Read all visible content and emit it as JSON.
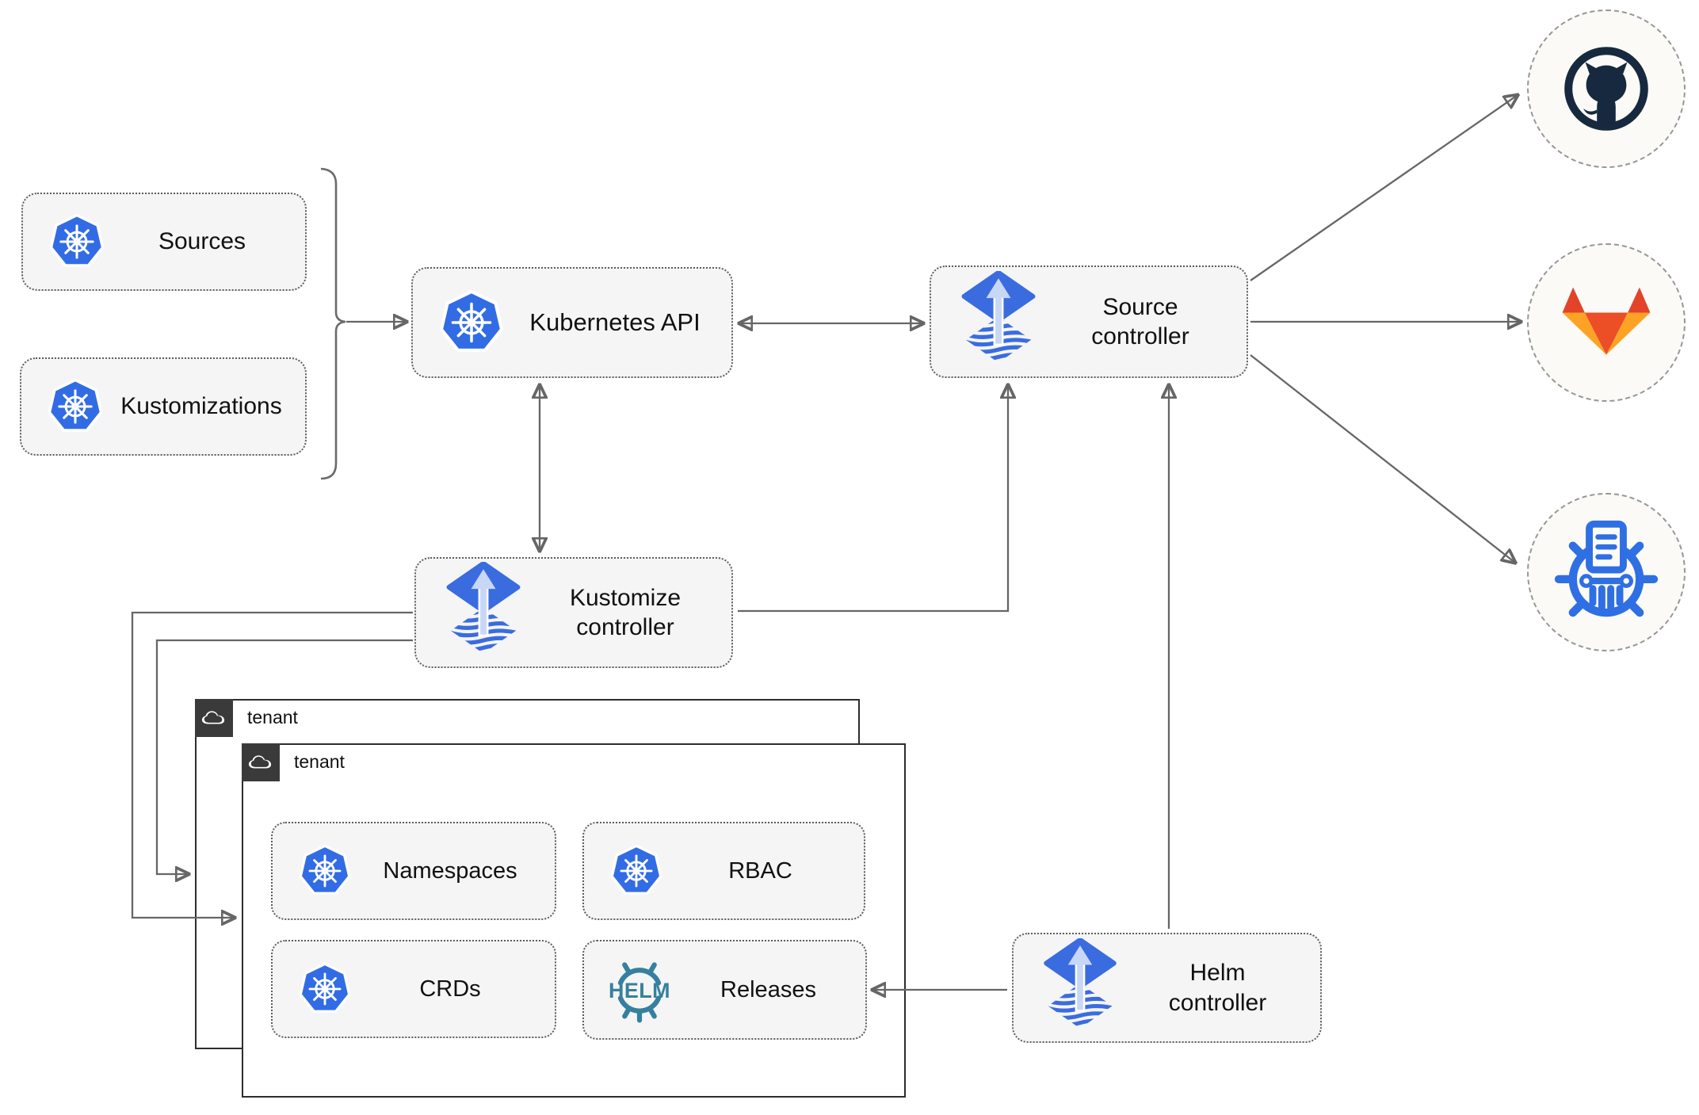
{
  "nodes": {
    "sources": {
      "label": "Sources",
      "icon": "kubernetes"
    },
    "kustomizations": {
      "label": "Kustomizations",
      "icon": "kubernetes"
    },
    "kubernetes_api": {
      "label": "Kubernetes API",
      "icon": "kubernetes"
    },
    "source_controller": {
      "label": "Source controller",
      "icon": "flux"
    },
    "kustomize_controller": {
      "label": "Kustomize controller",
      "icon": "flux"
    },
    "helm_controller": {
      "label": "Helm controller",
      "icon": "flux"
    },
    "tenant_back": {
      "label": "tenant",
      "icon": "cloud"
    },
    "tenant_front": {
      "label": "tenant",
      "icon": "cloud"
    },
    "namespaces": {
      "label": "Namespaces",
      "icon": "kubernetes"
    },
    "rbac": {
      "label": "RBAC",
      "icon": "kubernetes"
    },
    "crds": {
      "label": "CRDs",
      "icon": "kubernetes"
    },
    "releases": {
      "label": "Releases",
      "icon": "helm"
    },
    "github": {
      "icon": "github"
    },
    "gitlab": {
      "icon": "gitlab"
    },
    "chart_repository": {
      "icon": "chartmuseum"
    }
  },
  "icons": {
    "helm_text": "HELM"
  },
  "edges": [
    {
      "from": "sources-kustomizations-group",
      "to": "kubernetes_api",
      "bidirectional": false
    },
    {
      "from": "kubernetes_api",
      "to": "source_controller",
      "bidirectional": true
    },
    {
      "from": "kubernetes_api",
      "to": "kustomize_controller",
      "bidirectional": true
    },
    {
      "from": "kustomize_controller",
      "to": "source_controller",
      "bidirectional": false
    },
    {
      "from": "helm_controller",
      "to": "source_controller",
      "bidirectional": false
    },
    {
      "from": "helm_controller",
      "to": "releases",
      "bidirectional": false
    },
    {
      "from": "kustomize_controller",
      "to": "tenant_front",
      "bidirectional": false
    },
    {
      "from": "kustomize_controller",
      "to": "tenant_back",
      "bidirectional": false
    },
    {
      "from": "source_controller",
      "to": "github",
      "bidirectional": false
    },
    {
      "from": "source_controller",
      "to": "gitlab",
      "bidirectional": false
    },
    {
      "from": "source_controller",
      "to": "chart_repository",
      "bidirectional": false
    }
  ],
  "colors": {
    "kubernetes_blue": "#326ce5",
    "flux_blue": "#3a6ce0",
    "flux_arrow_light": "#c7d7f5",
    "helm_teal": "#35809f",
    "github_dark": "#17293e",
    "gitlab_dark_orange": "#e24329",
    "gitlab_orange": "#ec4e26",
    "gitlab_light_orange": "#fca326",
    "chartmuseum_blue": "#2f6fe4",
    "node_fill": "#f5f5f5",
    "tenant_header": "#3a3a3a",
    "endpoint_fill": "#fbfaf6",
    "connector_gray": "#666666"
  }
}
